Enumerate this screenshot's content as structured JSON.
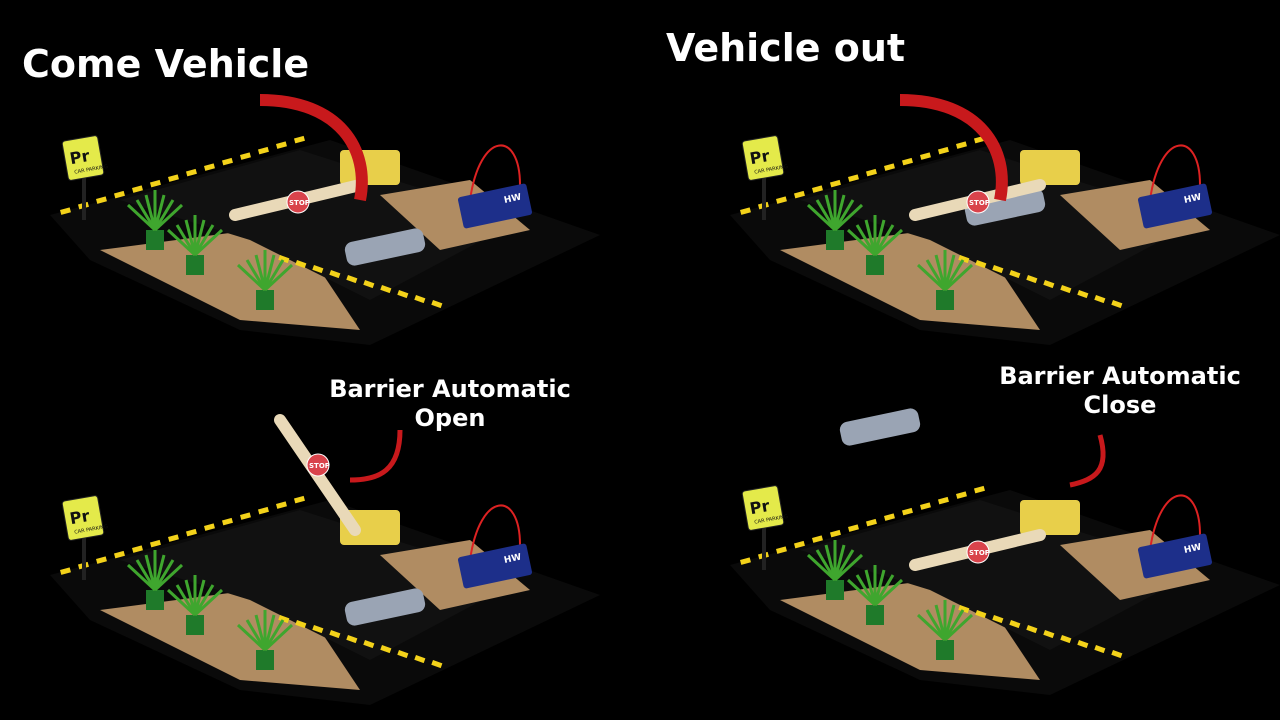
{
  "captions": {
    "top_left": "Come Vehicle",
    "top_right": "Vehicle out",
    "bottom_left": [
      "Barrier Automatic",
      "Open"
    ],
    "bottom_right": [
      "Barrier Automatic",
      "Close"
    ]
  },
  "sign": {
    "letter": "Pr",
    "text": [
      "CAR",
      "PARKING"
    ]
  },
  "stop_sign": "STOP",
  "battery_label": "HW",
  "colors": {
    "background": "#000000",
    "arrow": "#c8191c",
    "cardboard": "#b08c62",
    "road": "#111111",
    "stripe": "#f3d21a",
    "barrier_box": "#e8cf4a",
    "battery": "#1d2f8a",
    "plant": "#3fa62e"
  }
}
